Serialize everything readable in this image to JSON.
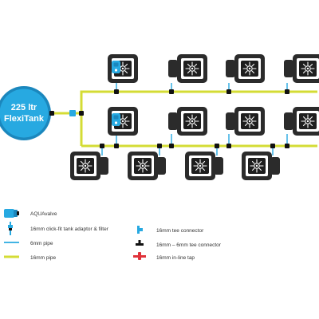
{
  "tank": {
    "line1": "225 ltr",
    "line2": "FlexiTank"
  },
  "colors": {
    "tank_fill": "#27a9e1",
    "tank_ring": "#1b87bd",
    "pipe_16mm": "#d4dc35",
    "pipe_6mm": "#27a9e1",
    "pot_body": "#2b2b2b",
    "valve": "#27a9e1",
    "inline_tap": "#e0333a",
    "tee_6mm": "#111111"
  },
  "rows": {
    "top": {
      "pots": 4
    },
    "middle": {
      "pots": 4
    },
    "bottom": {
      "pots": 4
    }
  },
  "legend": {
    "aquavalve": "AQUAvalve",
    "adaptor": "16mm click-fit tank adaptor & filter",
    "pipe6": "6mm pipe",
    "pipe16": "16mm pipe",
    "tee16": "16mm tee connector",
    "tee16_6": "16mm – 6mm tee connector",
    "tap": "16mm in-line tap"
  }
}
